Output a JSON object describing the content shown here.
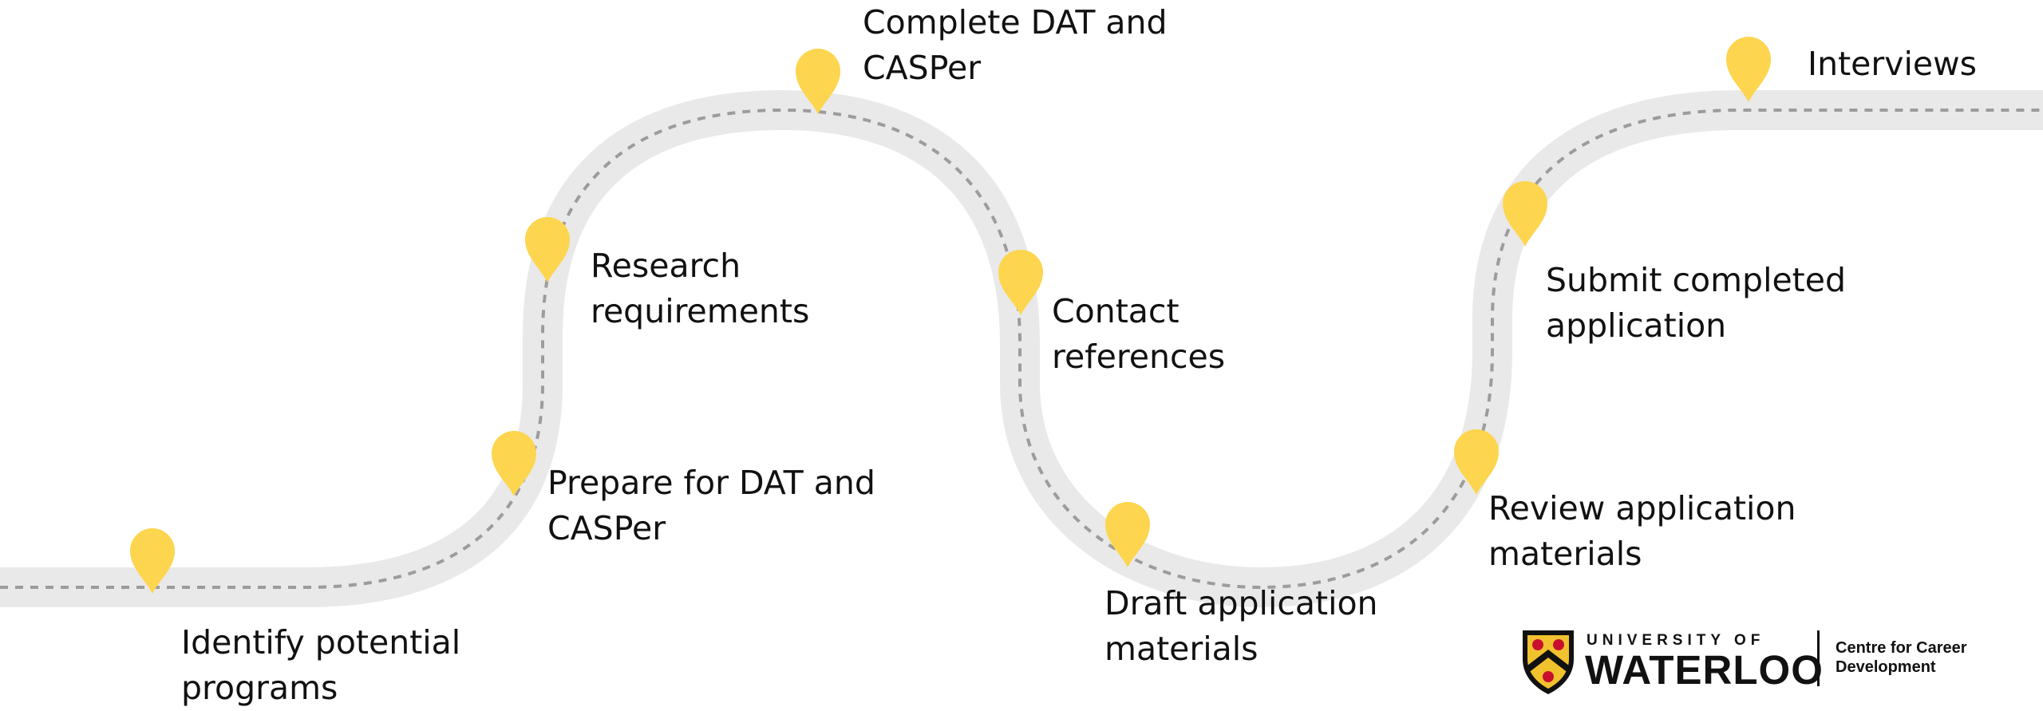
{
  "colors": {
    "road": "#e9e9e9",
    "road_dash": "#9c9c9c",
    "marker": "#fdd54f",
    "text": "#111111",
    "crest_gold": "#f2c12e",
    "crest_red": "#c8102e",
    "crest_black": "#111111"
  },
  "steps": [
    {
      "id": "identify",
      "lines": [
        "Identify potential",
        "programs"
      ]
    },
    {
      "id": "prepare",
      "lines": [
        "Prepare for DAT and",
        "CASPer"
      ]
    },
    {
      "id": "research",
      "lines": [
        "Research",
        "requirements"
      ]
    },
    {
      "id": "complete",
      "lines": [
        "Complete DAT and",
        "CASPer"
      ]
    },
    {
      "id": "contact",
      "lines": [
        "Contact",
        "references"
      ]
    },
    {
      "id": "draft",
      "lines": [
        "Draft application",
        "materials"
      ]
    },
    {
      "id": "review",
      "lines": [
        "Review application",
        "materials"
      ]
    },
    {
      "id": "submit",
      "lines": [
        "Submit completed",
        "application"
      ]
    },
    {
      "id": "interviews",
      "lines": [
        "Interviews"
      ]
    }
  ],
  "logo": {
    "university_top": "UNIVERSITY OF",
    "university_name": "WATERLOO",
    "department_lines": [
      "Centre for Career",
      "Development"
    ],
    "crest": "university-crest-shield"
  }
}
